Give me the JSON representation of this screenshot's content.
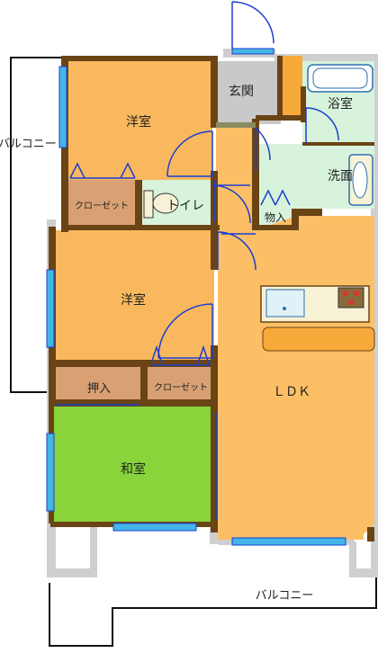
{
  "rooms": {
    "western_upper": "洋室",
    "western_middle": "洋室",
    "japanese": "和室",
    "ldk": "ＬＤＫ",
    "entrance": "玄関",
    "bathroom": "浴室",
    "washroom": "洗面",
    "toilet": "トイレ",
    "closet_upper": "クローゼット",
    "closet_middle": "クローゼット",
    "storage_small": "物入",
    "oshiire": "押入"
  },
  "balconies": {
    "west": "バルコニー",
    "south": "バルコニー"
  },
  "colors": {
    "western": "#f9b85e",
    "ldk": "#fcbf66",
    "japanese": "#88d43a",
    "wet_area": "#d8f3dc",
    "entrance": "#c9c9c9",
    "closet": "#d9a173",
    "wall": "#6b4415",
    "balcony_wall": "#cfcfcf",
    "window": "#43b5e6",
    "door": "#1a3fd1",
    "kitchen_counter": "#f7f2d6"
  }
}
